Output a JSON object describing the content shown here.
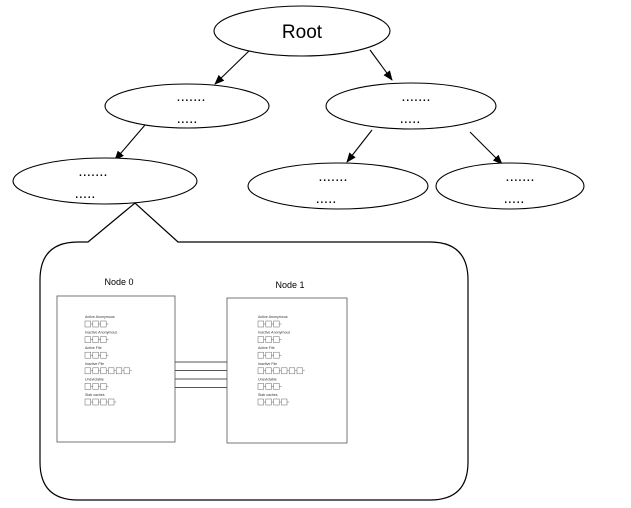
{
  "tree": {
    "root": {
      "label": "Root"
    },
    "level1_left": {
      "line1": ".......",
      "line2": "....."
    },
    "level1_right": {
      "line1": ".......",
      "line2": "....."
    },
    "level2_left": {
      "line1": ".......",
      "line2": "....."
    },
    "level2_mid": {
      "line1": ".......",
      "line2": "....."
    },
    "level2_right": {
      "line1": ".......",
      "line2": "....."
    }
  },
  "callout": {
    "node0": {
      "title": "Node 0",
      "lists": [
        {
          "label": "Active Anonymous",
          "boxes": 3
        },
        {
          "label": "Inactive Anonymous",
          "boxes": 3
        },
        {
          "label": "Active File",
          "boxes": 3
        },
        {
          "label": "Inactive File",
          "boxes": 6
        },
        {
          "label": "Unevictable",
          "boxes": 3
        },
        {
          "label": "Slab caches",
          "boxes": 4
        }
      ]
    },
    "node1": {
      "title": "Node 1",
      "lists": [
        {
          "label": "Active Anonymous",
          "boxes": 3
        },
        {
          "label": "Inactive Anonymous",
          "boxes": 3
        },
        {
          "label": "Active File",
          "boxes": 3
        },
        {
          "label": "Inactive File",
          "boxes": 6
        },
        {
          "label": "Unevictable",
          "boxes": 3
        },
        {
          "label": "Slab caches",
          "boxes": 4
        }
      ]
    },
    "interconnect_lines": 4
  }
}
